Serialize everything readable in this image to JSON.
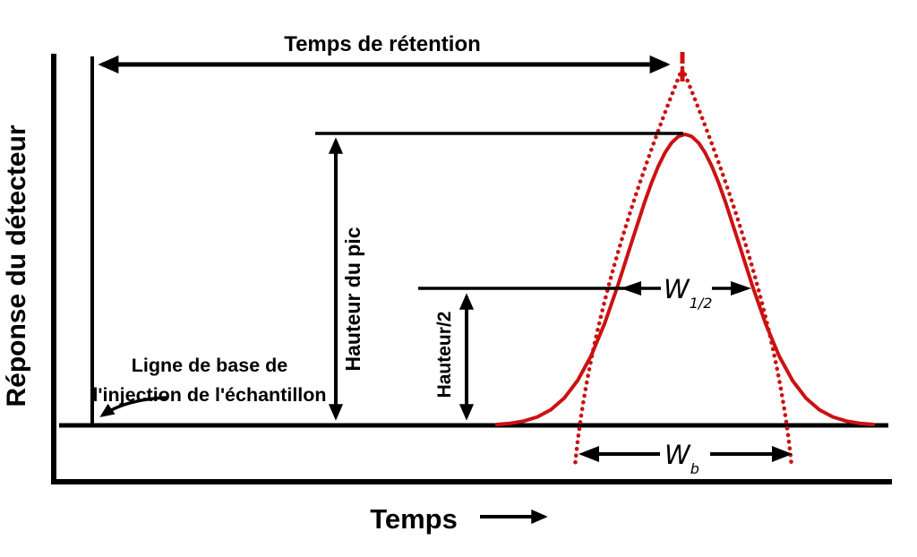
{
  "colors": {
    "ink": "#000000",
    "accent_red": "#cc1111",
    "background": "#ffffff"
  },
  "labels": {
    "retention_time": "Temps de rétention",
    "peak_height": "Hauteur du pic",
    "half_height": "Hauteur/2",
    "baseline_caption_line1": "Ligne de base de",
    "baseline_caption_line2": "l'injection de l'échantillon",
    "y_axis": "Réponse du détecteur",
    "x_axis": "Temps",
    "width_half_symbol": "W",
    "width_half_sub": "1/2",
    "width_base_symbol": "W",
    "width_base_sub": "b"
  }
}
